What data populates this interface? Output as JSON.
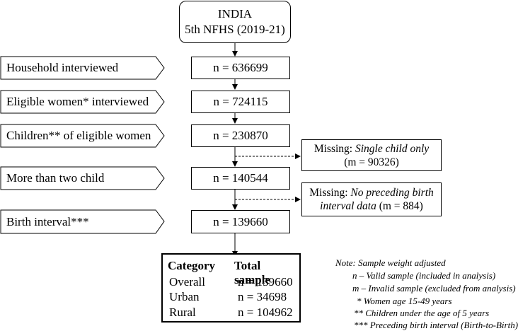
{
  "title": {
    "line1": "INDIA",
    "line2": "5th NFHS (2019-21)"
  },
  "stages": [
    {
      "label": "Household interviewed",
      "value": "n = 636699"
    },
    {
      "label": "Eligible women* interviewed",
      "value": "n = 724115"
    },
    {
      "label": "Children** of eligible women",
      "value": "n = 230870"
    },
    {
      "label": "More than two child",
      "value": "n = 140544"
    },
    {
      "label": "Birth interval***",
      "value": "n = 139660"
    }
  ],
  "missing": [
    {
      "prefix": "Missing: ",
      "italic": "Single child only",
      "suffix": "(m = 90326)"
    },
    {
      "prefix": "Missing: ",
      "italic": "No preceding birth",
      "italic2": "interval data",
      "suffix": " (m = 884)"
    }
  ],
  "summary_table": {
    "headers": [
      "Category",
      "Total sample"
    ],
    "rows": [
      [
        "Overall",
        "n = 139660"
      ],
      [
        "Urban",
        "n = 34698"
      ],
      [
        "Rural",
        "n = 104962"
      ]
    ]
  },
  "notes": [
    "Note: Sample weight adjusted",
    "n – Valid sample (included in analysis)",
    "m – Invalid sample (excluded from analysis)",
    "* Women age 15-49 years",
    "** Children under the age of 5 years",
    "*** Preceding birth interval (Birth-to-Birth)"
  ],
  "colors": {
    "line": "#000000",
    "background": "#ffffff"
  }
}
